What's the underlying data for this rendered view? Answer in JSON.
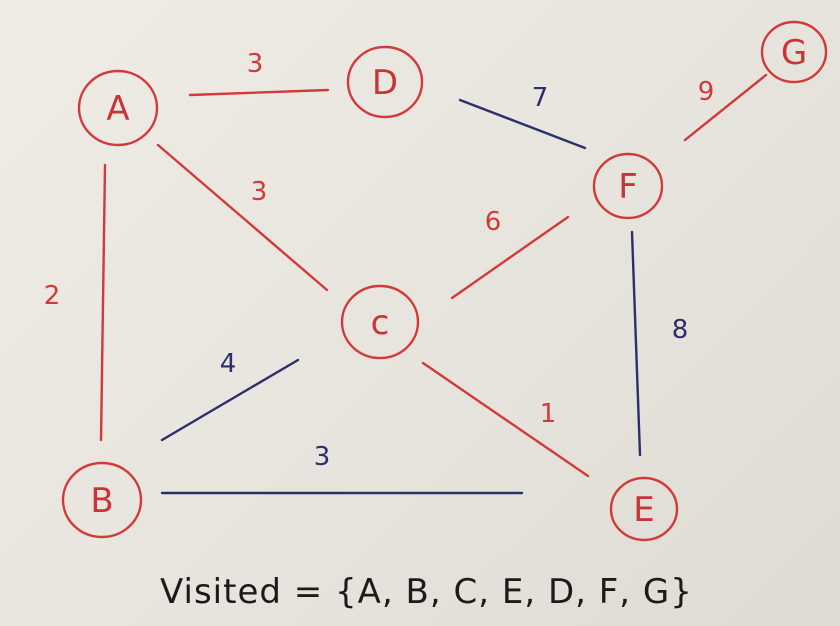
{
  "colors": {
    "red": "#d23a3a",
    "blue": "#2c2f6b",
    "ink": "#1b1b1b"
  },
  "nodes": [
    {
      "id": "A",
      "label": "A"
    },
    {
      "id": "D",
      "label": "D"
    },
    {
      "id": "G",
      "label": "G"
    },
    {
      "id": "F",
      "label": "F"
    },
    {
      "id": "C",
      "label": "c"
    },
    {
      "id": "B",
      "label": "B"
    },
    {
      "id": "E",
      "label": "E"
    }
  ],
  "edges": [
    {
      "from": "A",
      "to": "D",
      "weight": "3",
      "color": "red"
    },
    {
      "from": "D",
      "to": "F",
      "weight": "7",
      "color": "blue"
    },
    {
      "from": "F",
      "to": "G",
      "weight": "9",
      "color": "red"
    },
    {
      "from": "A",
      "to": "C",
      "weight": "3",
      "color": "red"
    },
    {
      "from": "A",
      "to": "B",
      "weight": "2",
      "color": "red"
    },
    {
      "from": "C",
      "to": "F",
      "weight": "6",
      "color": "red"
    },
    {
      "from": "F",
      "to": "E",
      "weight": "8",
      "color": "blue"
    },
    {
      "from": "B",
      "to": "C",
      "weight": "4",
      "color": "blue"
    },
    {
      "from": "C",
      "to": "E",
      "weight": "1",
      "color": "red"
    },
    {
      "from": "B",
      "to": "E",
      "weight": "3",
      "color": "blue"
    }
  ],
  "visited_text": "Visited = {A, B, C, E, D, F, G}"
}
